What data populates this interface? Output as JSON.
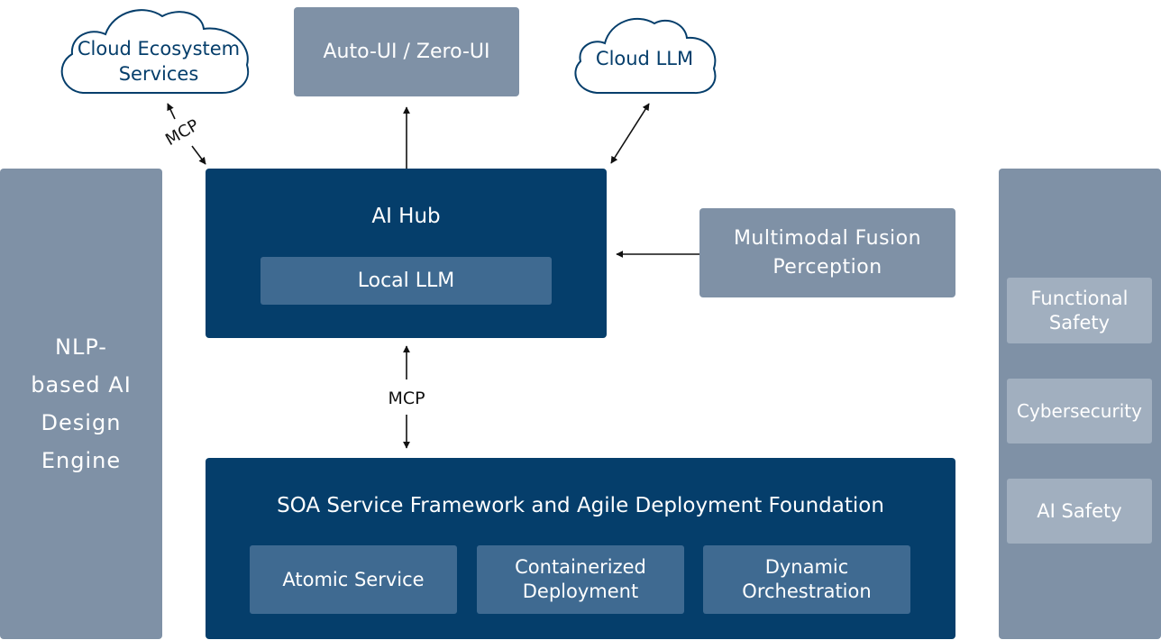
{
  "left_panel": {
    "lines": [
      "NLP-",
      "based AI",
      "Design",
      "Engine"
    ]
  },
  "right_panel": {
    "items": [
      "Functional Safety",
      "Cybersecurity",
      "AI Safety"
    ]
  },
  "clouds": {
    "ecosystem_lines": [
      "Cloud Ecosystem",
      "Services"
    ],
    "llm": "Cloud LLM"
  },
  "auto_ui": "Auto-UI / Zero-UI",
  "ai_hub": {
    "title": "AI Hub",
    "local_llm": "Local LLM"
  },
  "multimodal_lines": [
    "Multimodal Fusion",
    "Perception"
  ],
  "mcp_labels": {
    "top": "MCP",
    "middle": "MCP"
  },
  "soa": {
    "title": "SOA Service Framework and Agile Deployment Foundation",
    "items": [
      "Atomic Service",
      "Containerized Deployment",
      "Dynamic Orchestration"
    ]
  },
  "colors": {
    "navy": "#053e6b",
    "navy_inner": "#3f6a91",
    "grey": "#7f91a6",
    "grey_inner": "#a1afbf"
  }
}
